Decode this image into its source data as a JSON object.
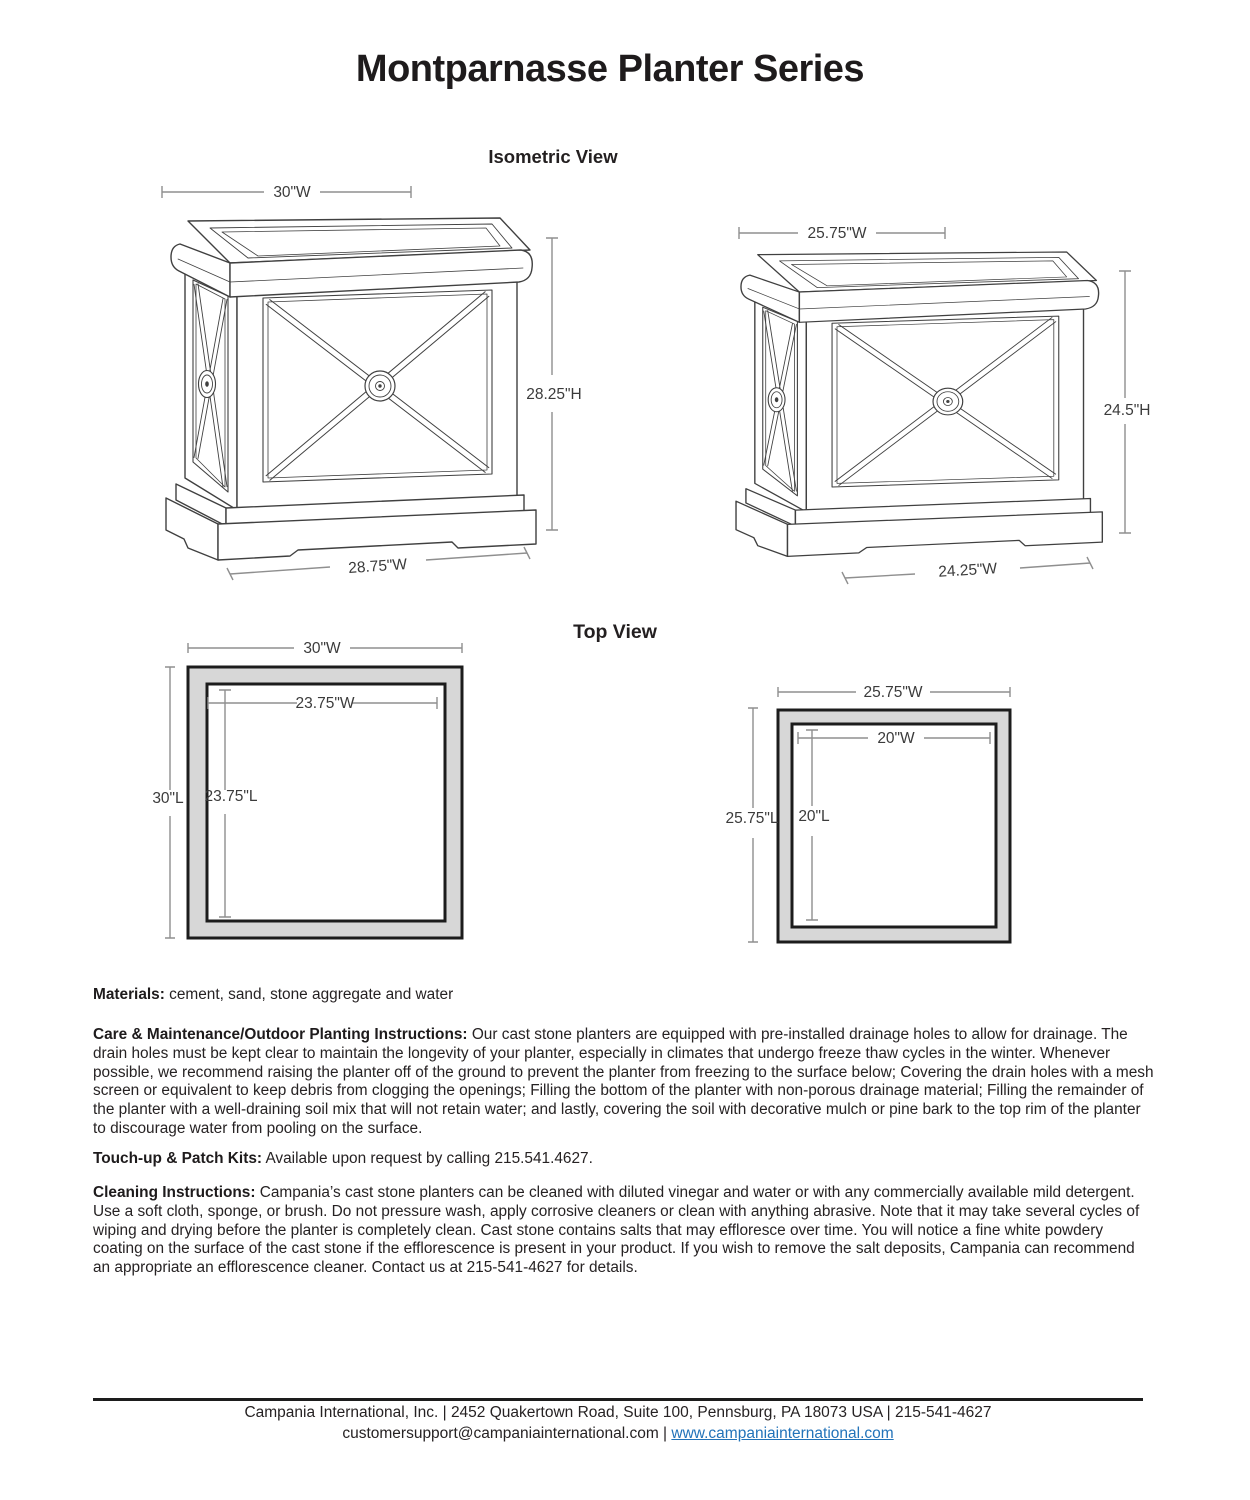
{
  "title": "Montparnasse Planter Series",
  "headings": {
    "isometric": "Isometric View",
    "top": "Top View"
  },
  "planters": {
    "large": {
      "iso": {
        "top_width": "30\"W",
        "height": "28.25\"H",
        "bottom_width": "28.75\"W"
      },
      "top_view": {
        "outer_width": "30\"W",
        "outer_length": "30\"L",
        "inner_width": "23.75\"W",
        "inner_length": "23.75\"L"
      }
    },
    "small": {
      "iso": {
        "top_width": "25.75\"W",
        "height": "24.5\"H",
        "bottom_width": "24.25\"W"
      },
      "top_view": {
        "outer_width": "25.75\"W",
        "outer_length": "25.75\"L",
        "inner_width": "20\"W",
        "inner_length": "20\"L"
      }
    }
  },
  "info": {
    "materials_label": "Materials:",
    "materials_text": " cement, sand, stone aggregate and water",
    "care_label": "Care & Maintenance/Outdoor Planting Instructions:",
    "care_text": " Our cast stone planters are equipped with pre-installed drainage holes to allow for drainage. The drain holes must be kept clear to maintain the longevity of your planter, especially in climates that undergo freeze thaw cycles in the winter.  Whenever possible, we recommend raising the planter off of the ground to prevent the planter from freezing to the surface below; Covering the drain holes with a mesh screen or equivalent to keep debris from clogging the openings; Filling the bottom of the planter with non-porous drainage material; Filling the remainder of the planter with a well-draining soil mix that will not retain water; and lastly, covering the soil with decorative mulch or pine bark to the top rim of the planter to discourage water from pooling on the surface.",
    "touchup_label": "Touch-up & Patch Kits:",
    "touchup_text": " Available upon request by calling 215.541.4627.",
    "cleaning_label": "Cleaning Instructions:",
    "cleaning_text": " Campania’s cast stone planters can be cleaned with diluted vinegar and water or with any commercially available mild detergent. Use a soft cloth, sponge, or brush. Do not pressure wash, apply corrosive cleaners or clean with anything abrasive. Note that it may take several cycles of wiping and drying before the planter is completely clean. Cast stone contains salts that may effloresce over time. You will notice a fine white powdery coating on the surface of the cast stone if the efflorescence is present in your product. If you wish to remove the salt deposits, Campania can recommend an appropriate an efflorescence cleaner. Contact us at 215-541-4627 for details."
  },
  "footer": {
    "line1": "Campania International, Inc. | 2452 Quakertown Road, Suite 100, Pennsburg, PA 18073 USA | 215-541-4627",
    "email": "customersupport@campaniainternational.com",
    "separator": " | ",
    "link": "www.campaniainternational.com"
  },
  "colors": {
    "ink": "#231f20",
    "drawing_line": "#404040",
    "dimension_line": "#8f8f8f",
    "wall_gray": "#d7d7d7",
    "link_blue": "#2273b9"
  }
}
